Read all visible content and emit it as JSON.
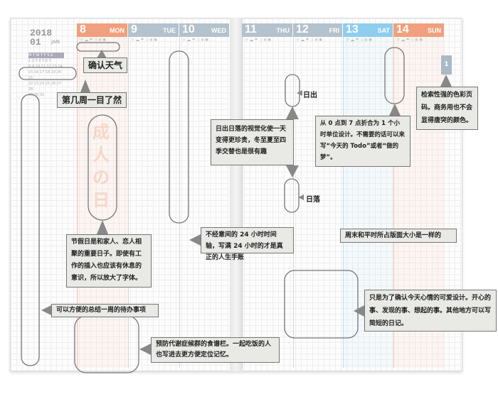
{
  "calendar": {
    "year": "2018",
    "month": "01",
    "month_name": "JAN",
    "mini_header": "M T W T F S S",
    "mini_rows": [
      "1 2 3 4 5 6 7",
      "8 9 10 11 12 13 14",
      "15 16 17 18 19 20 21",
      "22 23 24 25 26 27 28",
      "29 30 31"
    ],
    "days": [
      {
        "num": "8",
        "name": "MON",
        "color": "#f0a07e"
      },
      {
        "num": "9",
        "name": "TUE",
        "color": "#b3c2cc"
      },
      {
        "num": "10",
        "name": "WED",
        "color": "#b3c2cc"
      },
      {
        "num": "11",
        "name": "THU",
        "color": "#b3c2cc"
      },
      {
        "num": "12",
        "name": "FRI",
        "color": "#b3c2cc"
      },
      {
        "num": "13",
        "name": "SAT",
        "color": "#8fcdee"
      },
      {
        "num": "14",
        "name": "SUN",
        "color": "#f0a07e"
      }
    ],
    "weather_icons": "☼☁☂☃❄✱",
    "holiday_text": "成人の日",
    "page_tab": "1"
  },
  "annotations": {
    "weather": "确认天气",
    "week": "第几周一目了然",
    "sunrise_sunset": "日出日落的视觉化使一天变得更珍贵，冬至夏至四季交替也是很有趣",
    "holiday": "节假日是和家人、恋人相聚的重要日子。即使有工作的插入也应该有休息的意识，所以放大了字体。",
    "timeline": "不经意间的 24 小时时间轴，写满 24 小时的才是真正的人生手账",
    "sunrise": "日出",
    "sunset": "日落",
    "night_hours": "从 0 点到 7 点折合为 1 个小时单位设计。不需要的话可以来写“今天的 Todo”或者“做的梦”。",
    "color_tab": "检索性强的色彩页码。商务用也不会显得唐突的颜色。",
    "weekend": "周末和平时所占版面大小是一样的",
    "todo": "可以方便的总结一周的待办事项",
    "mood": "只是为了确认今天心情的可爱设计。开心的事、发现的事、想起的事。其他地方可以写简短的日记。",
    "meals": "预防代谢症候群的食谱栏。一起吃饭的人也写进去更方便定位记忆。"
  }
}
